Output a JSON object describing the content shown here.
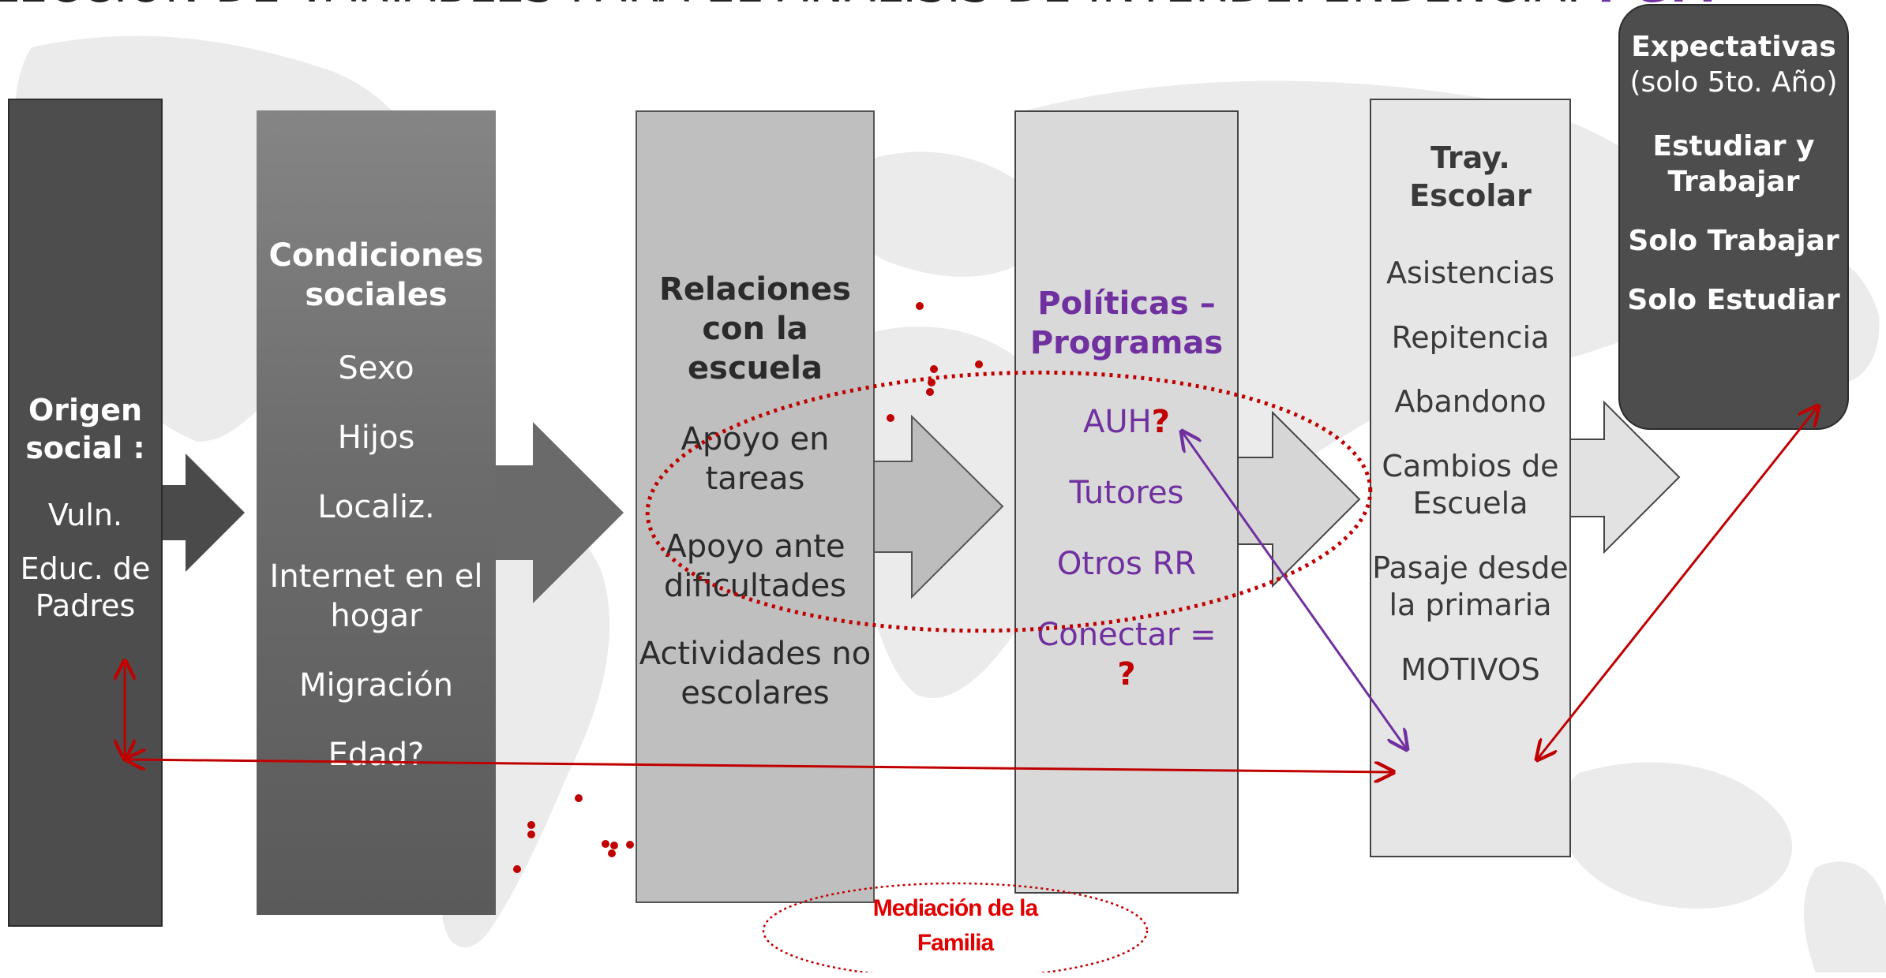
{
  "title": {
    "text": "LECCIÓN DE VARIABLES PARA EL ANÁLISIS DE INTERDEPENDENCIA:",
    "accent": "PGM"
  },
  "columns": {
    "origen": {
      "title": "Origen social :",
      "items": [
        "Vuln.",
        "Educ. de Padres"
      ]
    },
    "condiciones": {
      "title": "Condiciones sociales",
      "items": [
        "Sexo",
        "Hijos",
        "Localiz.",
        "Internet en el hogar",
        "Migración",
        "Edad?"
      ]
    },
    "relaciones": {
      "title": "Relaciones con la escuela",
      "items": [
        "Apoyo en tareas",
        "Apoyo ante dificultades",
        "Actividades no escolares"
      ]
    },
    "politicas": {
      "title": "Políticas – Programas",
      "items": [
        "AUH",
        "Tutores",
        "Otros RR",
        "Conectar ="
      ],
      "question_mark": "?"
    },
    "trayectoria": {
      "title": "Tray. Escolar",
      "items": [
        "Asistencias",
        "Repitencia",
        "Abandono",
        "Cambios de Escuela",
        "Pasaje desde la primaria",
        "MOTIVOS"
      ]
    },
    "expectativas": {
      "title": "Expectativas",
      "subtitle": "(solo 5to. Año)",
      "items": [
        "Estudiar y Trabajar",
        "Solo Trabajar",
        "Solo Estudiar"
      ]
    }
  },
  "annotations": {
    "mediacion": "Mediación de la Familia"
  },
  "colors": {
    "dark_box": "#4d4d4d",
    "purple": "#7030a0",
    "red": "#c00000",
    "map_gray": "#ebebeb"
  }
}
